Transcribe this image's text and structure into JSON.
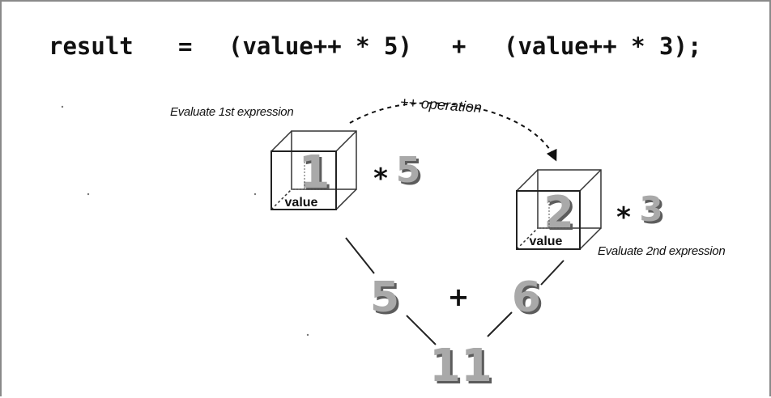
{
  "code": {
    "result": "result",
    "equals": "=",
    "expr1": "(value++ * 5)",
    "plus": "+",
    "expr2": "(value++ * 3);"
  },
  "notes": {
    "first": "Evaluate 1st expression",
    "second": "Evaluate 2nd expression",
    "operation": "++ operation"
  },
  "box1": {
    "digit": "1",
    "label": "value",
    "operator": "*",
    "multiplier": "5"
  },
  "box2": {
    "digit": "2",
    "label": "value",
    "operator": "*",
    "multiplier": "3"
  },
  "sum": {
    "left": "5",
    "operator": "+",
    "right": "6",
    "total": "11"
  },
  "colors": {
    "number_fill": "#a9a9a9",
    "number_shadow": "#5c5c5c",
    "ink": "#111111"
  }
}
